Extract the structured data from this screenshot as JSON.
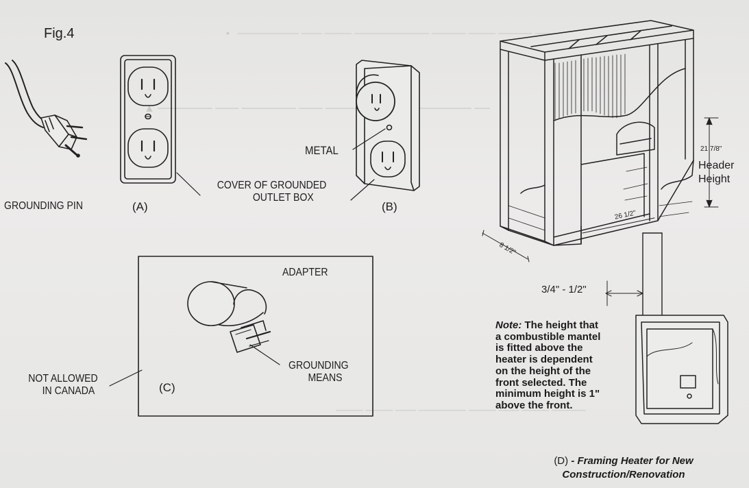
{
  "figure": {
    "title": "Fig.4",
    "labels": {
      "grounding_pin": "GROUNDING PIN",
      "a": "(A)",
      "cover_line1": "COVER OF GROUNDED",
      "cover_line2": "OUTLET BOX",
      "b": "(B)",
      "metal": "METAL",
      "adapter": "ADAPTER",
      "grounding_means_line1": "GROUNDING",
      "grounding_means_line2": "MEANS",
      "not_allowed_line1": "NOT ALLOWED",
      "not_allowed_line2": "IN CANADA",
      "c": "(C)"
    }
  },
  "framing": {
    "dim_top": "21 7/8\"",
    "header_height_line1": "Header",
    "header_height_line2": "Height",
    "dim_width": "26 1/2\"",
    "dim_depth": "8 1/2\"",
    "clearance": "3/4\" - 1/2\"",
    "note_prefix": "Note:",
    "note_body": "The height that a combustible mantel is fitted above the heater is dependent on the height of the front selected. The minimum height is 1\" above the front.",
    "caption_letter": "(D)",
    "caption_title_line1": "- Framing Heater for New",
    "caption_title_line2": "Construction/Renovation"
  },
  "colors": {
    "paper": "#e9e9e7",
    "ink": "#1c1c1c"
  }
}
